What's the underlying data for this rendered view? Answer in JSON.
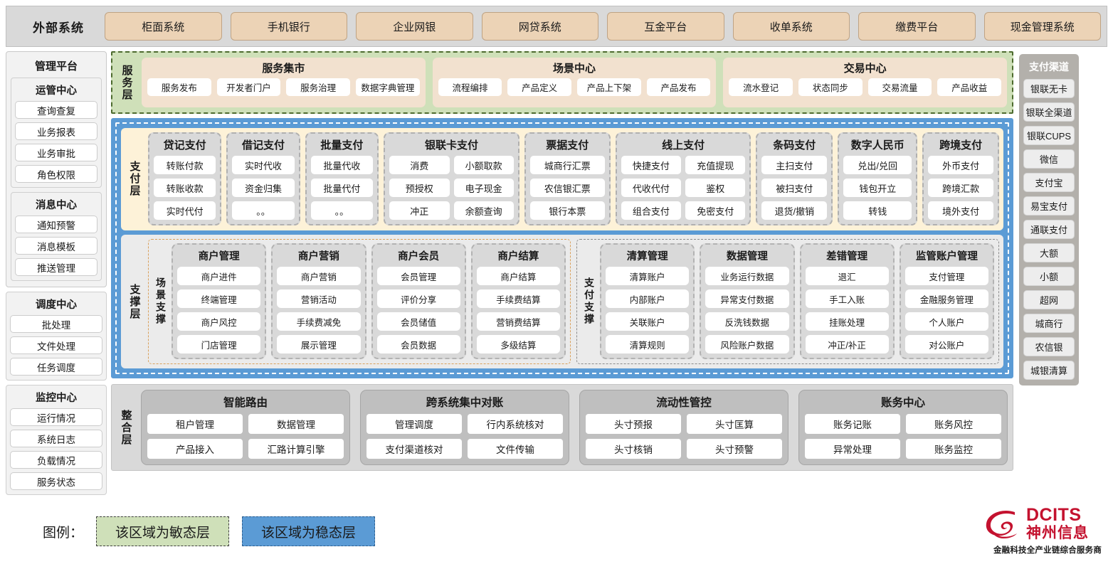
{
  "external": {
    "title": "外部系统",
    "items": [
      "柜面系统",
      "手机银行",
      "企业网银",
      "网贷系统",
      "互金平台",
      "收单系统",
      "缴费平台",
      "现金管理系统"
    ]
  },
  "management": {
    "title": "管理平台",
    "groups": [
      {
        "title": "运管中心",
        "items": [
          "查询查复",
          "业务报表",
          "业务审批",
          "角色权限"
        ]
      },
      {
        "title": "消息中心",
        "items": [
          "通知预警",
          "消息模板",
          "推送管理"
        ]
      }
    ],
    "standalone_groups": [
      {
        "title": "调度中心",
        "items": [
          "批处理",
          "文件处理",
          "任务调度"
        ]
      },
      {
        "title": "监控中心",
        "items": [
          "运行情况",
          "系统日志",
          "负载情况",
          "服务状态"
        ]
      }
    ]
  },
  "channels": {
    "title": "支付渠道",
    "items": [
      "银联无卡",
      "银联全渠道",
      "银联CUPS",
      "微信",
      "支付宝",
      "易宝支付",
      "通联支付",
      "大额",
      "小额",
      "超网",
      "城商行",
      "农信银",
      "城银清算"
    ]
  },
  "service_layer": {
    "label": "服务层",
    "cards": [
      {
        "title": "服务集市",
        "items": [
          "服务发布",
          "开发者门户",
          "服务治理",
          "数据字典管理"
        ]
      },
      {
        "title": "场景中心",
        "items": [
          "流程编排",
          "产品定义",
          "产品上下架",
          "产品发布"
        ]
      },
      {
        "title": "交易中心",
        "items": [
          "流水登记",
          "状态同步",
          "交易流量",
          "产品收益"
        ]
      }
    ]
  },
  "payment_layer": {
    "label": "支付层",
    "columns": [
      {
        "title": "贷记支付",
        "cols": 1,
        "flex": 1,
        "items": [
          "转账付款",
          "转账收款",
          "实时代付"
        ]
      },
      {
        "title": "借记支付",
        "cols": 1,
        "flex": 1,
        "items": [
          "实时代收",
          "资金归集",
          "。。"
        ]
      },
      {
        "title": "批量支付",
        "cols": 1,
        "flex": 1,
        "items": [
          "批量代收",
          "批量代付",
          "。。"
        ]
      },
      {
        "title": "银联卡支付",
        "cols": 2,
        "flex": 2,
        "items": [
          "消费",
          "小额取款",
          "预授权",
          "电子现金",
          "冲正",
          "余额查询"
        ]
      },
      {
        "title": "票据支付",
        "cols": 1,
        "flex": 1.2,
        "items": [
          "城商行汇票",
          "农信银汇票",
          "银行本票"
        ]
      },
      {
        "title": "线上支付",
        "cols": 2,
        "flex": 2,
        "items": [
          "快捷支付",
          "充值提现",
          "代收代付",
          "鉴权",
          "组合支付",
          "免密支付"
        ]
      },
      {
        "title": "条码支付",
        "cols": 1,
        "flex": 1.05,
        "items": [
          "主扫支付",
          "被扫支付",
          "退货/撤销"
        ]
      },
      {
        "title": "数字人民币",
        "cols": 1,
        "flex": 1.1,
        "items": [
          "兑出/兑回",
          "钱包开立",
          "转钱"
        ]
      },
      {
        "title": "跨境支付",
        "cols": 1,
        "flex": 1.05,
        "items": [
          "外币支付",
          "跨境汇款",
          "境外支付"
        ]
      }
    ]
  },
  "support_layer": {
    "label": "支撑层",
    "groups": [
      {
        "label": "场景支撑",
        "style": "scene",
        "columns": [
          {
            "title": "商户管理",
            "items": [
              "商户进件",
              "终端管理",
              "商户风控",
              "门店管理"
            ]
          },
          {
            "title": "商户营销",
            "items": [
              "商户营销",
              "营销活动",
              "手续费减免",
              "展示管理"
            ]
          },
          {
            "title": "商户会员",
            "items": [
              "会员管理",
              "评价分享",
              "会员储值",
              "会员数据"
            ]
          },
          {
            "title": "商户结算",
            "items": [
              "商户结算",
              "手续费结算",
              "营销费结算",
              "多级结算"
            ]
          }
        ]
      },
      {
        "label": "支付支撑",
        "style": "paysup",
        "columns": [
          {
            "title": "清算管理",
            "items": [
              "清算账户",
              "内部账户",
              "关联账户",
              "清算规则"
            ]
          },
          {
            "title": "数据管理",
            "items": [
              "业务运行数据",
              "异常支付数据",
              "反洗钱数据",
              "风险账户数据"
            ]
          },
          {
            "title": "差错管理",
            "items": [
              "退汇",
              "手工入账",
              "挂账处理",
              "冲正/补正"
            ]
          },
          {
            "title": "监管账户管理",
            "items": [
              "支付管理",
              "金融服务管理",
              "个人账户",
              "对公账户"
            ]
          }
        ]
      }
    ]
  },
  "integration_layer": {
    "label": "整合层",
    "cards": [
      {
        "title": "智能路由",
        "rows": [
          [
            "租户管理",
            "数据管理"
          ],
          [
            "产品接入",
            "汇路计算引擎"
          ]
        ]
      },
      {
        "title": "跨系统集中对账",
        "rows": [
          [
            "管理调度",
            "行内系统核对"
          ],
          [
            "支付渠道核对",
            "文件传输"
          ]
        ]
      },
      {
        "title": "流动性管控",
        "rows": [
          [
            "头寸预报",
            "头寸匡算"
          ],
          [
            "头寸核销",
            "头寸预警"
          ]
        ]
      },
      {
        "title": "账务中心",
        "rows": [
          [
            "账务记账",
            "账务风控"
          ],
          [
            "异常处理",
            "账务监控"
          ]
        ]
      }
    ]
  },
  "legend": {
    "label": "图例：",
    "agile": "该区域为敏态层",
    "stable": "该区域为稳态层"
  },
  "logo": {
    "en": "DCITS",
    "cn": "神州信息",
    "tagline": "金融科技全产业链综合服务商"
  },
  "colors": {
    "agile_green": "#cfe0b9",
    "stable_blue": "#5b9bd5",
    "payment_cream": "#fdf2d8",
    "external_chip": "#ecd3b6",
    "brand_red": "#c4122f"
  }
}
